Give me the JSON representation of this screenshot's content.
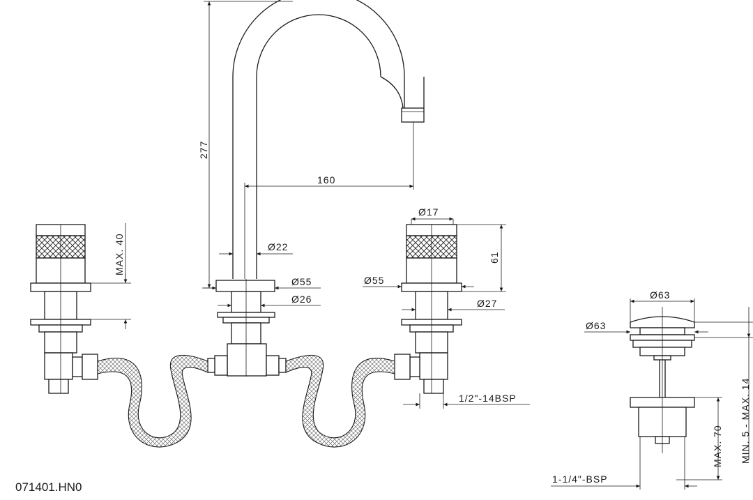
{
  "product_code": "071401.HN0",
  "dimensions": {
    "spout_height": "277",
    "spout_reach": "160",
    "spout_diameter": "Ø22",
    "spout_base_diameter": "Ø55",
    "spout_shank_diameter": "Ø26",
    "handle_top_diameter": "Ø17",
    "handle_height": "61",
    "handle_base_diameter": "Ø55",
    "handle_shank_diameter": "Ø27",
    "handle_max_deck": "MAX. 40",
    "connection_thread": "1/2\"-14BSP",
    "drain_cap_diameter": "Ø63",
    "drain_flange_diameter": "Ø63",
    "drain_length": "MAX. 70",
    "drain_deck_range": "MIN. 5 - MAX. 14",
    "drain_thread": "1-1/4\"-BSP"
  }
}
